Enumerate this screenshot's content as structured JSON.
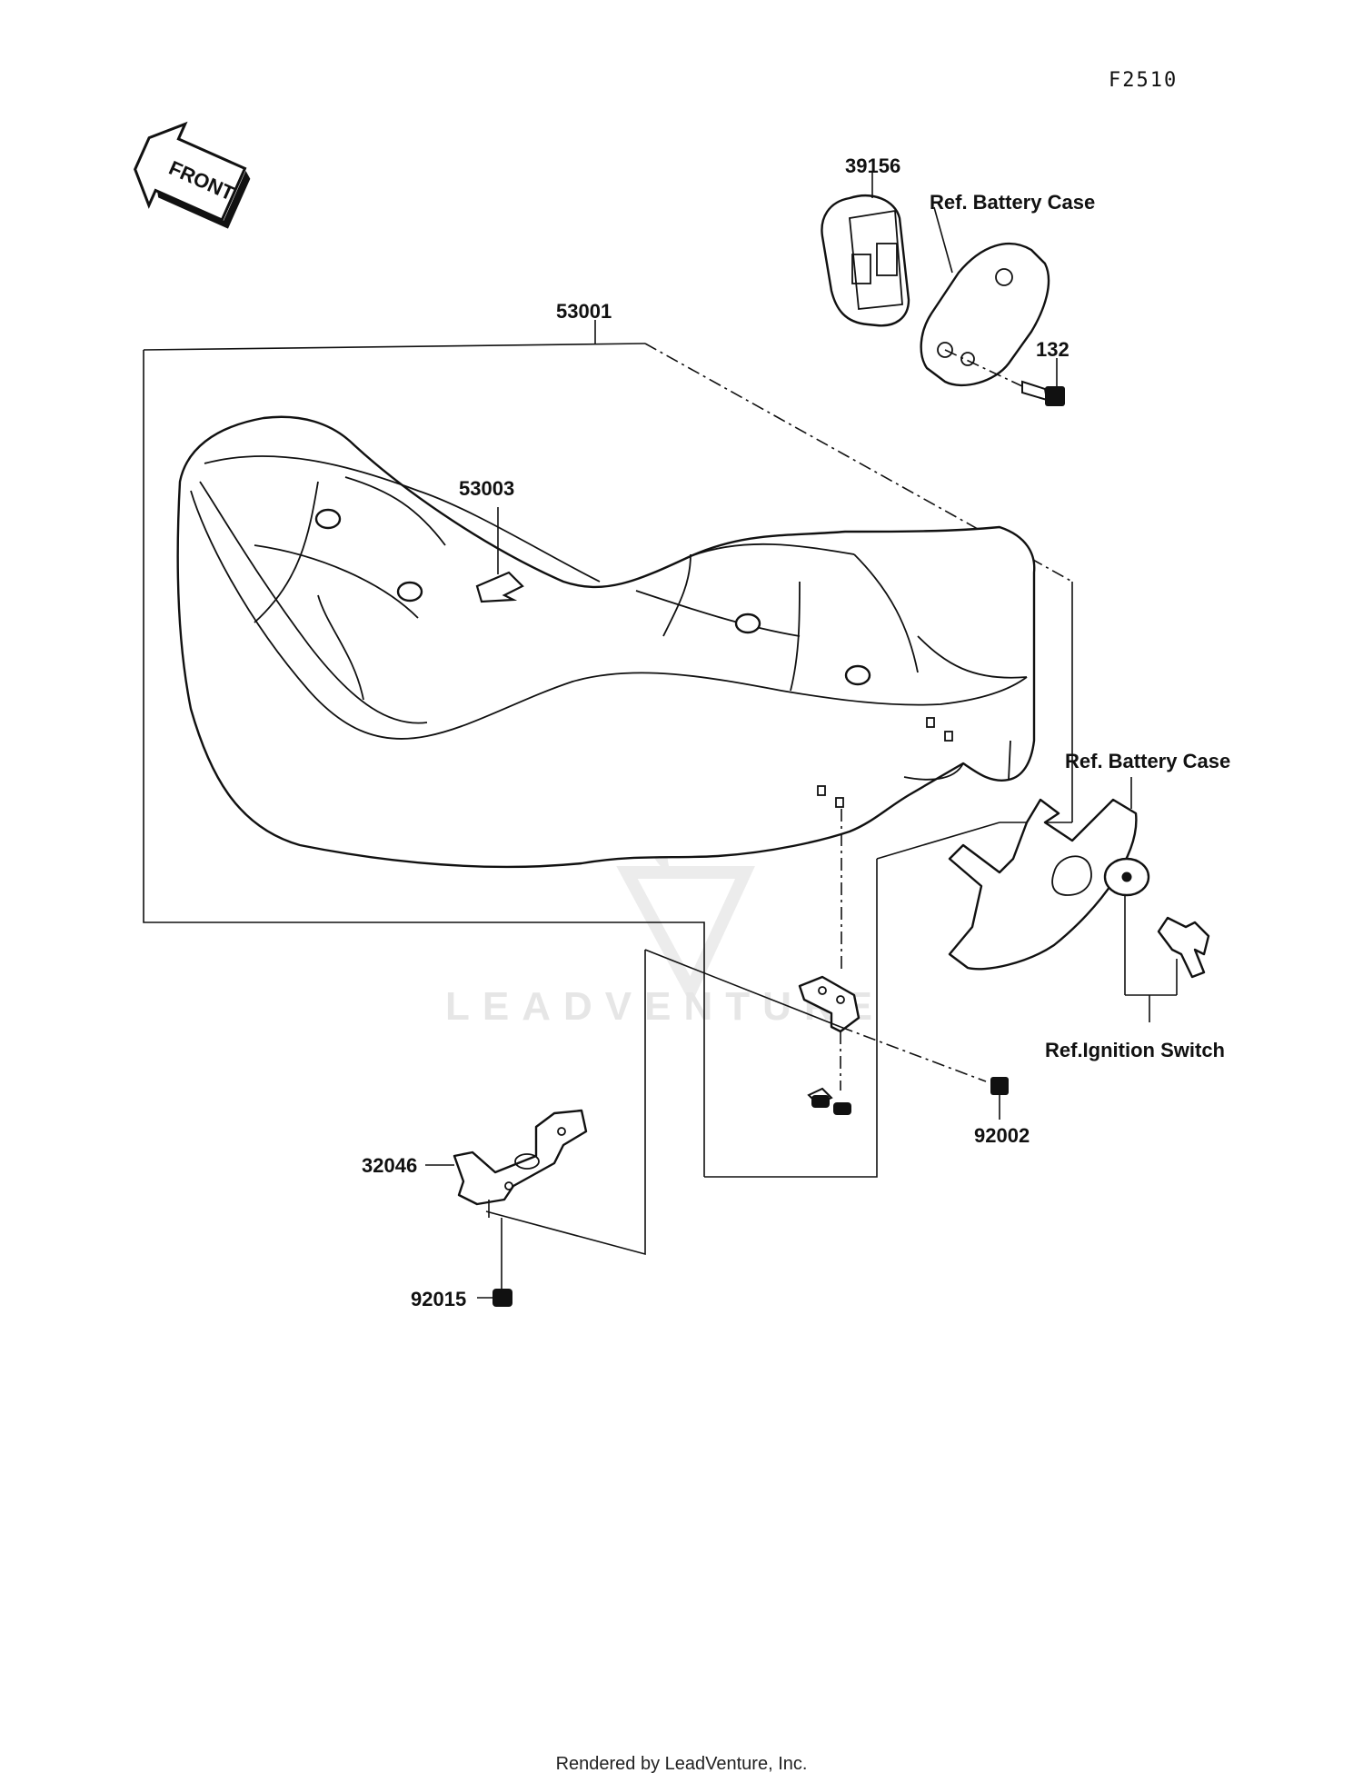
{
  "figure_id": "F2510",
  "front_label": "FRONT",
  "watermark": "LEADVENTURE",
  "labels": {
    "seat": "53001",
    "emblem": "53003",
    "holder": "39156",
    "ref_battery_case_top": "Ref. Battery Case",
    "bolt_132": "132",
    "ref_battery_case_right": "Ref. Battery Case",
    "ref_ignition_switch": "Ref.Ignition Switch",
    "bolt_92002": "92002",
    "bracket_32046": "32046",
    "nut_92015": "92015"
  },
  "footer": "Rendered by LeadVenture, Inc."
}
